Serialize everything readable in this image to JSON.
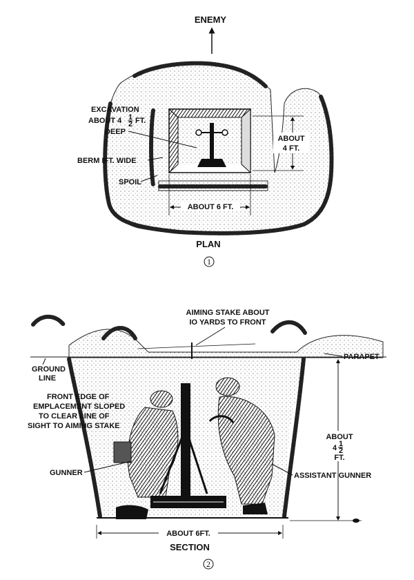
{
  "plan": {
    "enemy_label": "ENEMY",
    "excavation_label_1": "EXCAVATION",
    "excavation_label_2": "ABOUT 4",
    "excavation_frac_num": "1",
    "excavation_frac_den": "2",
    "excavation_label_3": "FT.",
    "excavation_label_4": "DEEP",
    "berm_label": "BERM IFT. WIDE",
    "spoil_label": "SPOIL",
    "depth_label_1": "ABOUT",
    "depth_label_2": "4 FT.",
    "width_label": "ABOUT 6 FT.",
    "view_title": "PLAN",
    "figure_number": "1"
  },
  "section": {
    "aiming_stake_label_1": "AIMING STAKE ABOUT",
    "aiming_stake_label_2": "IO YARDS TO FRONT",
    "parapet_label": "PARAPET",
    "ground_line_label_1": "GROUND",
    "ground_line_label_2": "LINE",
    "front_edge_label_1": "FRONT EDGE OF",
    "front_edge_label_2": "EMPLACEMENT SLOPED",
    "front_edge_label_3": "TO CLEAR LINE OF",
    "front_edge_label_4": "SIGHT TO AIMING STAKE",
    "height_label_1": "ABOUT",
    "height_label_2": "4",
    "height_frac_num": "1",
    "height_frac_den": "2",
    "height_label_3": "FT.",
    "gunner_label": "GUNNER",
    "assistant_gunner_label": "ASSISTANT  GUNNER",
    "width_label": "ABOUT 6FT.",
    "view_title": "SECTION",
    "figure_number": "2"
  }
}
